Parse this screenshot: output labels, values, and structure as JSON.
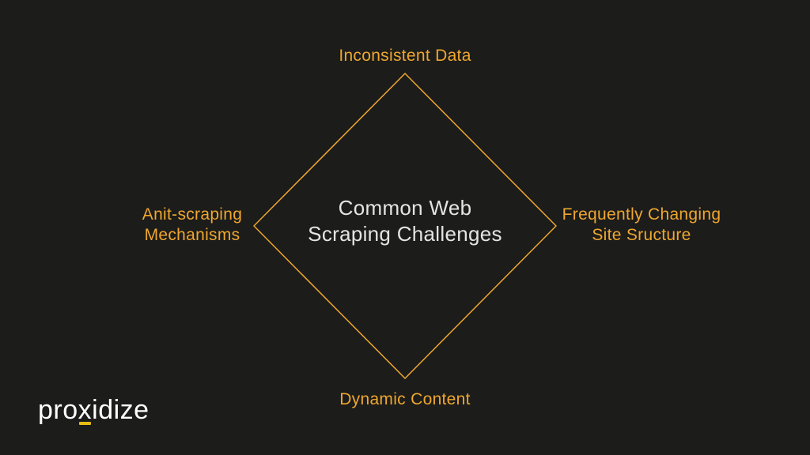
{
  "colors": {
    "background": "#1C1C1B",
    "accent": "#EFA72E",
    "center_text": "#E4E4E4",
    "logo_text": "#FFFFFF",
    "logo_underline": "#E7BC13"
  },
  "diagram": {
    "center_line1": "Common Web",
    "center_line2": "Scraping Challenges",
    "top_label": "Inconsistent Data",
    "right_label_line1": "Frequently Changing",
    "right_label_line2": "Site Sructure",
    "bottom_label": "Dynamic Content",
    "left_label_line1": "Anit-scraping",
    "left_label_line2": "Mechanisms"
  },
  "logo": {
    "part1": "pro",
    "part2": "x",
    "part3": "idize"
  }
}
